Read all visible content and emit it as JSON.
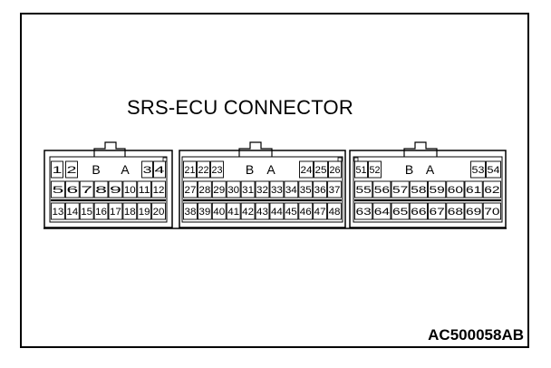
{
  "title": "SRS-ECU CONNECTOR",
  "figure_code": "AC500058AB",
  "colors": {
    "line": "#000000",
    "background": "#ffffff"
  },
  "connectors": [
    {
      "name": "left",
      "rows": [
        [
          "1",
          "2",
          "B",
          "A",
          "3",
          "4"
        ],
        [
          "5",
          "6",
          "7",
          "8",
          "9",
          "10",
          "11",
          "12"
        ],
        [
          "13",
          "14",
          "15",
          "16",
          "17",
          "18",
          "19",
          "20"
        ]
      ]
    },
    {
      "name": "middle",
      "rows": [
        [
          "21",
          "22",
          "23",
          "B",
          "A",
          "24",
          "25",
          "26"
        ],
        [
          "27",
          "28",
          "29",
          "30",
          "31",
          "32",
          "33",
          "34",
          "35",
          "36",
          "37"
        ],
        [
          "38",
          "39",
          "40",
          "41",
          "42",
          "43",
          "44",
          "45",
          "46",
          "47",
          "48"
        ]
      ]
    },
    {
      "name": "right",
      "rows": [
        [
          "51",
          "52",
          "B",
          "A",
          "53",
          "54"
        ],
        [
          "55",
          "56",
          "57",
          "58",
          "59",
          "60",
          "61",
          "62"
        ],
        [
          "63",
          "64",
          "65",
          "66",
          "67",
          "68",
          "69",
          "70"
        ]
      ]
    }
  ]
}
